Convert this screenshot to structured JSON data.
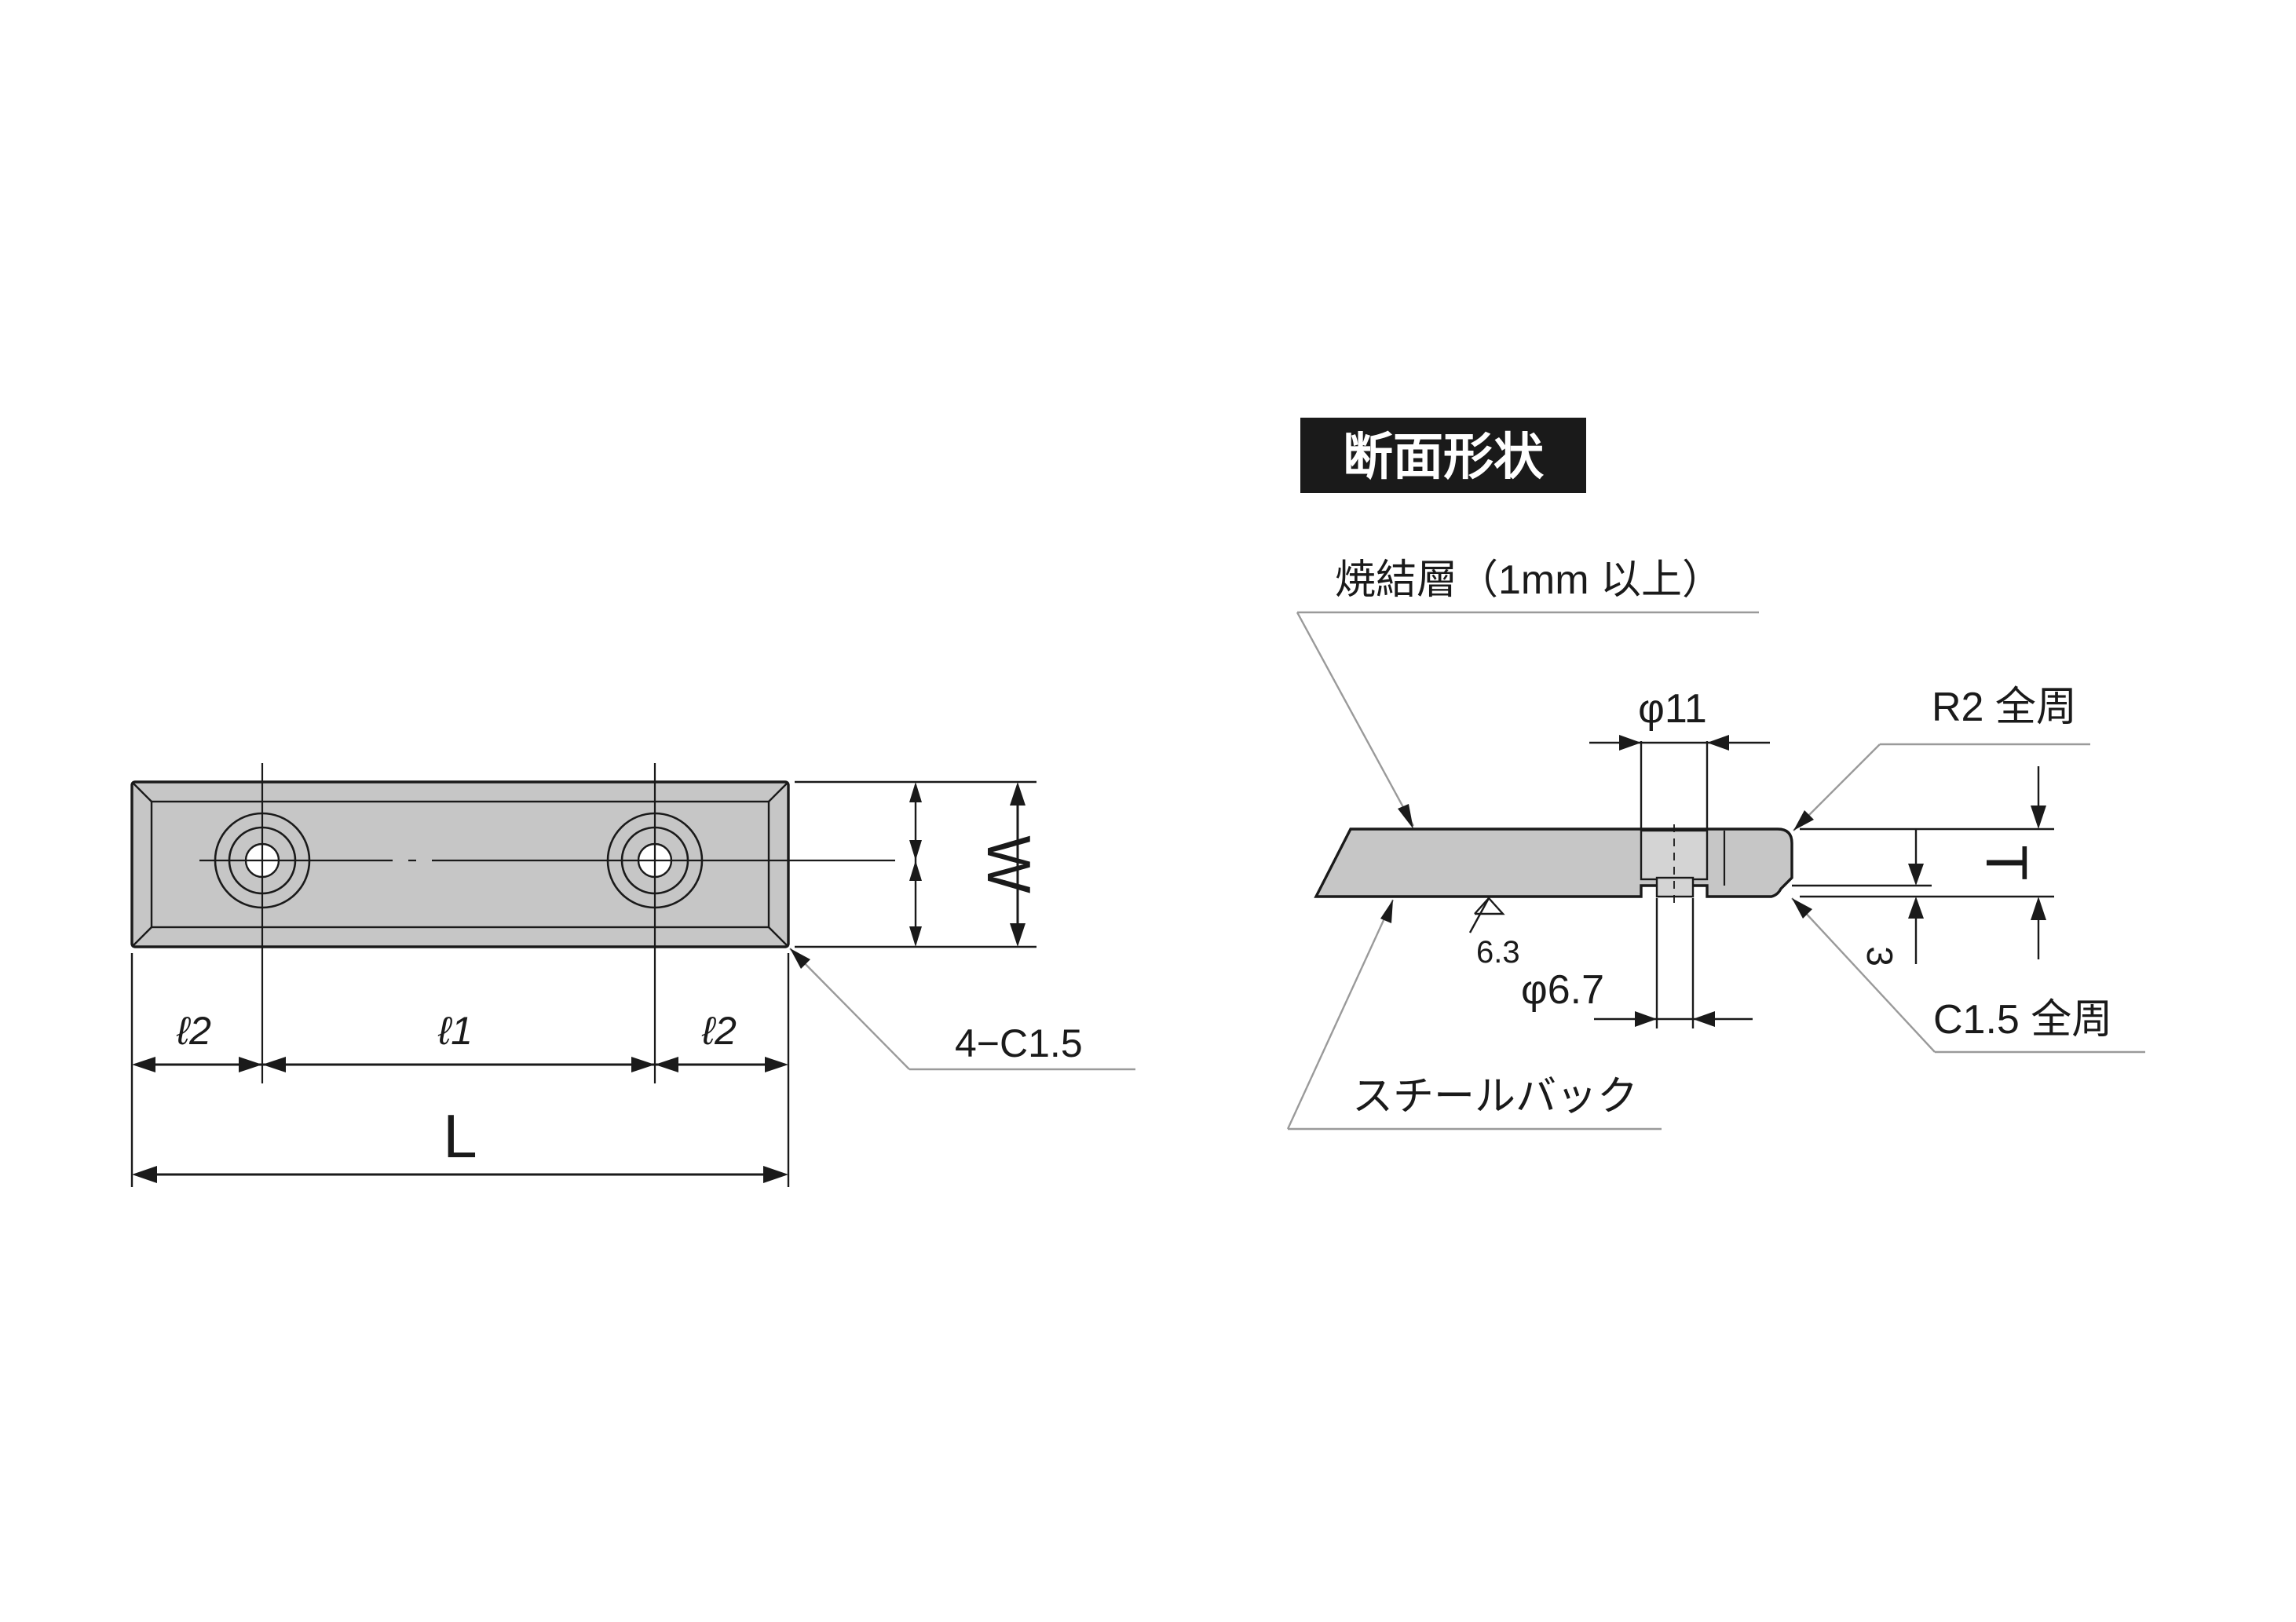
{
  "plan_view": {
    "dim_width": "W",
    "dim_length_total": "L",
    "dim_l1": "ℓ1",
    "dim_l2_left": "ℓ2",
    "dim_l2_right": "ℓ2",
    "chamfer_note": "4−C1.5"
  },
  "section_view": {
    "title": "断面形状",
    "sintered_layer": "焼結層（1mm 以上）",
    "bore_diameter": "φ11",
    "hole_diameter": "φ6.7",
    "roughness": "6.3",
    "fillet_note": "R2 全周",
    "chamfer_note": "C1.5 全周",
    "thickness": "T",
    "layer_depth": "3",
    "steel_back": "スチールバック"
  },
  "colors": {
    "part_fill": "#c6c6c6",
    "line": "#1a1a1a",
    "leader": "#9a9a9a",
    "title_bg": "#1a1a1a",
    "title_text": "#ffffff"
  }
}
